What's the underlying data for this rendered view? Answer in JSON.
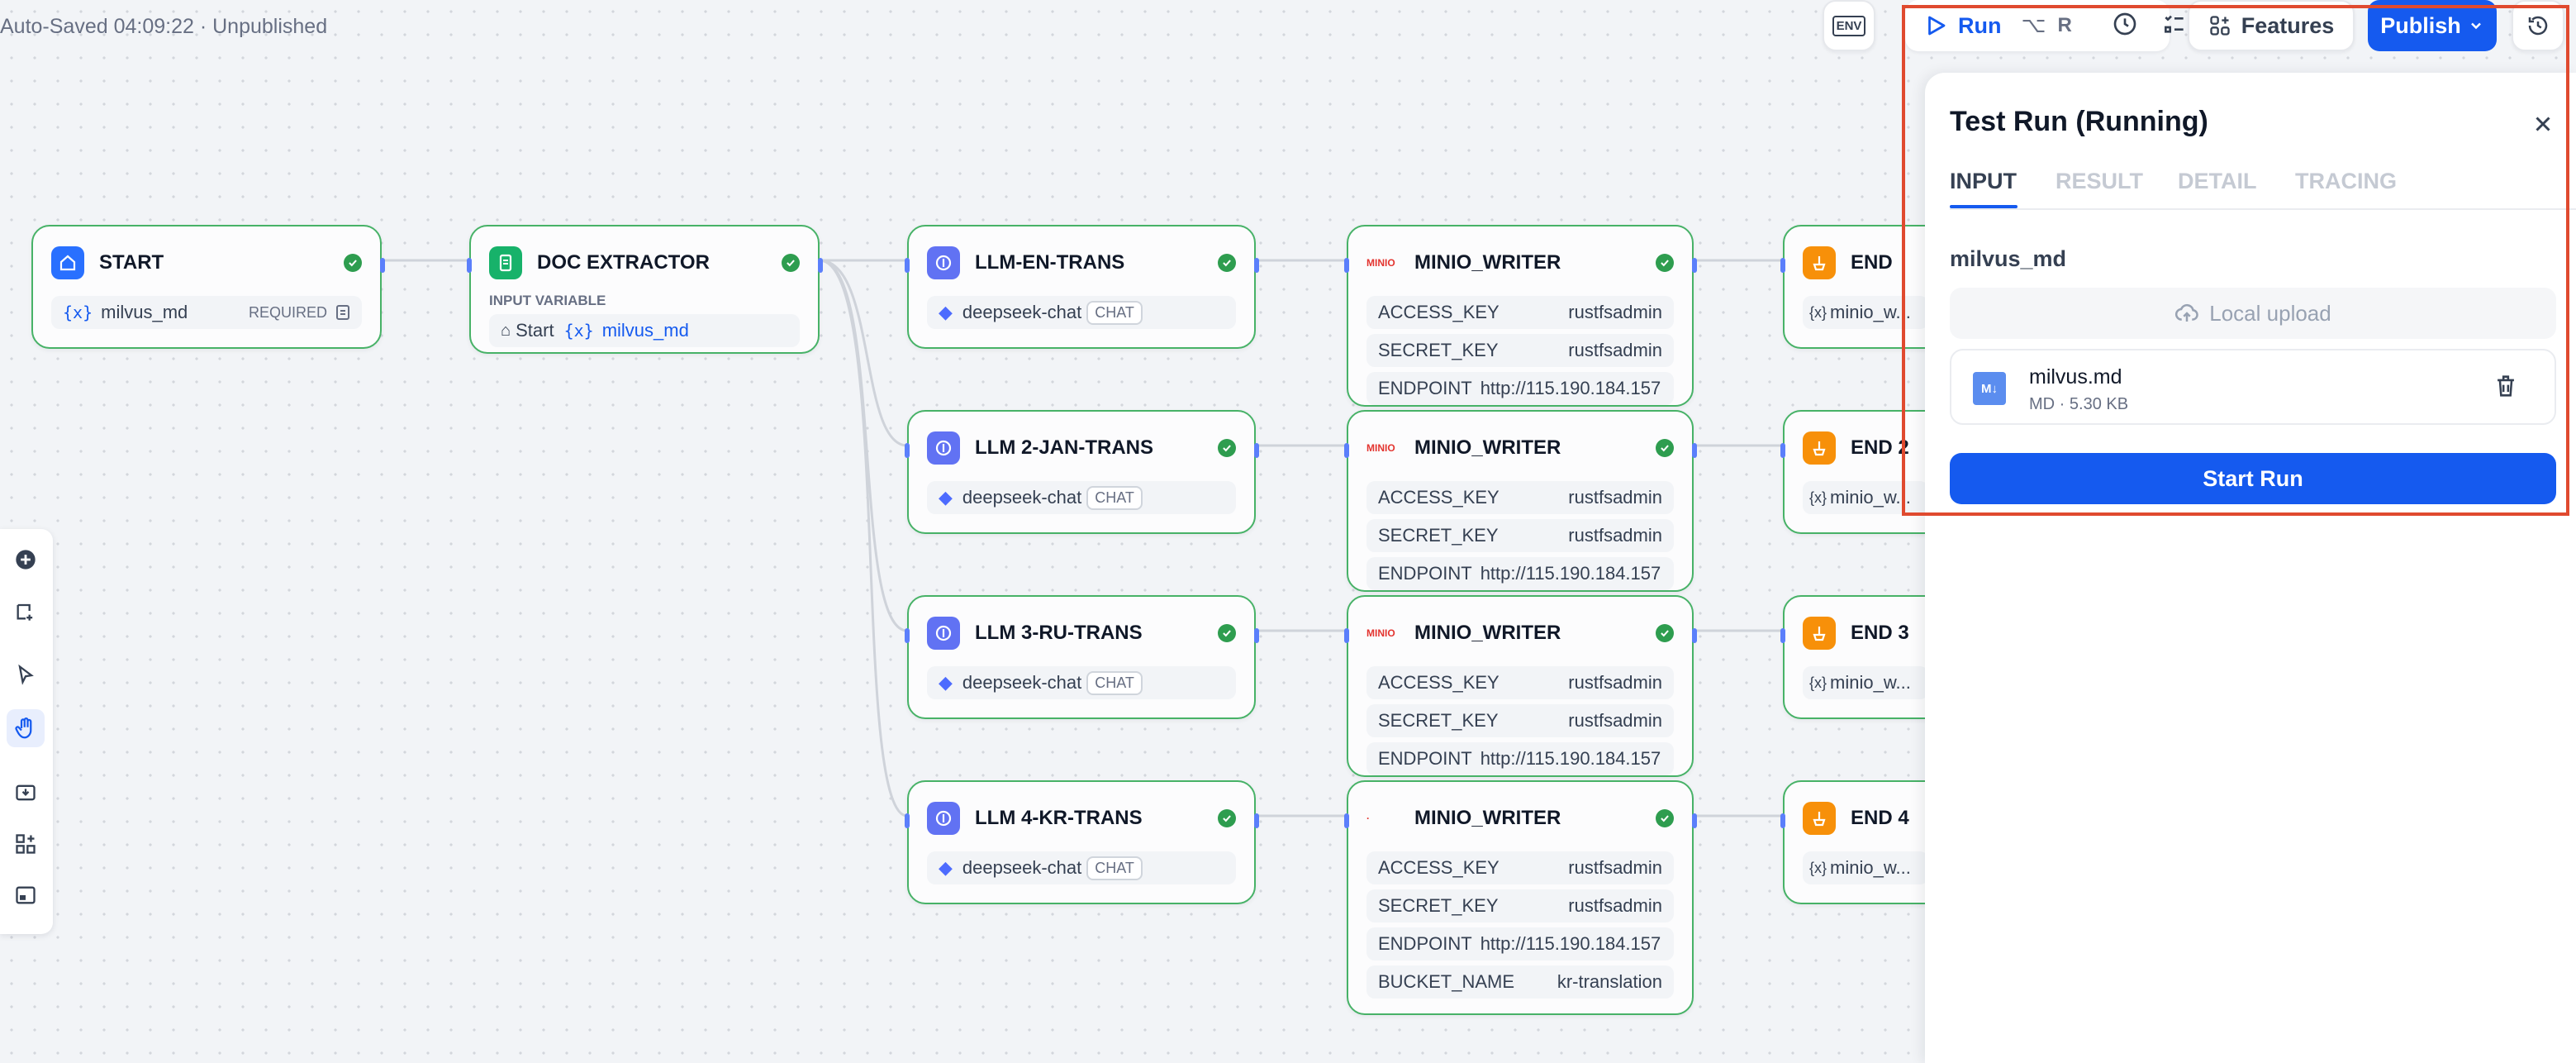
{
  "header": {
    "autosave": "Auto-Saved 04:09:22 · Unpublished",
    "env_label": "ENV",
    "run_label": "Run",
    "run_shortcut_1": "⌥",
    "run_shortcut_2": "R",
    "features_label": "Features",
    "publish_label": "Publish"
  },
  "nodes": {
    "start": {
      "title": "START",
      "var": "milvus_md",
      "required": "REQUIRED"
    },
    "doc": {
      "title": "DOC EXTRACTOR",
      "section": "INPUT VARIABLE",
      "source": "Start",
      "var": "milvus_md"
    },
    "llm": [
      {
        "title": "LLM-EN-TRANS",
        "model": "deepseek-chat",
        "tag": "CHAT"
      },
      {
        "title": "LLM 2-JAN-TRANS",
        "model": "deepseek-chat",
        "tag": "CHAT"
      },
      {
        "title": "LLM 3-RU-TRANS",
        "model": "deepseek-chat",
        "tag": "CHAT"
      },
      {
        "title": "LLM 4-KR-TRANS",
        "model": "deepseek-chat",
        "tag": "CHAT"
      }
    ],
    "writer": {
      "title": "MINIO_WRITER",
      "access_key": "ACCESS_KEY",
      "access_val": "rustfsadmin",
      "secret_key": "SECRET_KEY",
      "secret_val": "rustfsadmin",
      "endpoint_key": "ENDPOINT",
      "endpoint_val": "http://115.190.184.157:...",
      "bucket_key": "BUCKET_NAME",
      "bucket_val": "kr-translation"
    },
    "end": [
      {
        "title": "END",
        "var": "minio_w..."
      },
      {
        "title": "END 2",
        "var": "minio_w..."
      },
      {
        "title": "END 3",
        "var": "minio_w..."
      },
      {
        "title": "END 4",
        "var": "minio_w..."
      }
    ]
  },
  "panel": {
    "title": "Test Run (Running)",
    "tabs": [
      "INPUT",
      "RESULT",
      "DETAIL",
      "TRACING"
    ],
    "variable": "milvus_md",
    "upload_label": "Local upload",
    "file_name": "milvus.md",
    "file_type": "MD",
    "file_size": "5.30 KB",
    "start_run": "Start Run"
  },
  "colors": {
    "accent": "#155aef",
    "success": "#2e9d4f",
    "node_border": "#47b267",
    "highlight": "#e04a2f"
  }
}
